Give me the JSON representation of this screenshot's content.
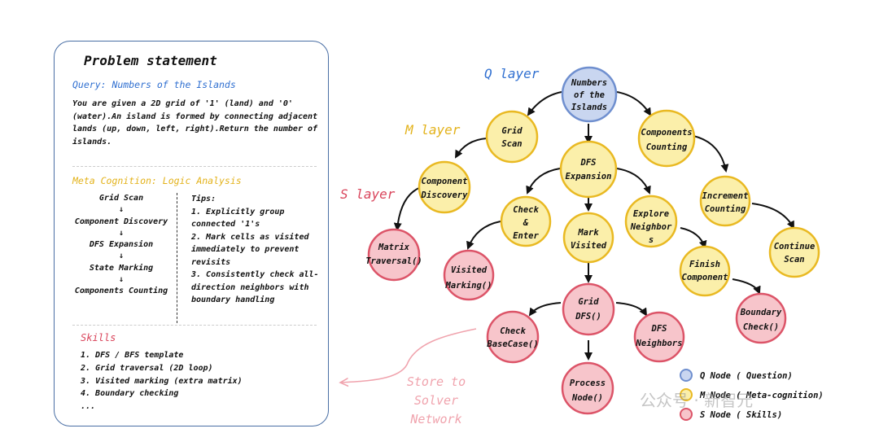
{
  "panel": {
    "title": "Problem statement",
    "query": "Query: Numbers of the Islands",
    "description": "You are given a 2D grid of '1' (land) and '0' (water).An island is formed by connecting adjacent lands (up, down, left, right).Return the number of islands.",
    "meta_heading": "Meta Cognition: Logic Analysis",
    "flow_steps": [
      "Grid Scan",
      "Component Discovery",
      "DFS Expansion",
      "State Marking",
      "Components Counting"
    ],
    "tips": [
      "Tips:",
      "1. Explicitly group connected '1's",
      "2. Mark cells as visited immediately to prevent revisits",
      "3. Consistently check all-direction neighbors with  boundary handling"
    ],
    "skills_heading": "Skills",
    "skills": [
      "1. DFS / BFS template",
      "2. Grid traversal (2D loop)",
      "3. Visited marking (extra matrix)",
      "4. Boundary checking",
      "..."
    ]
  },
  "layers": {
    "q": "Q layer",
    "m": "M layer",
    "s": "S layer"
  },
  "store_label": [
    "Store to",
    "Solver",
    "Network"
  ],
  "nodes": {
    "numbers_islands": [
      "Numbers",
      "of the",
      "Islands"
    ],
    "grid_scan": [
      "Grid",
      "Scan"
    ],
    "components_counting": [
      "Components",
      "Counting"
    ],
    "component_discovery": [
      "Component",
      "Discovery"
    ],
    "dfs_expansion": [
      "DFS",
      "Expansion"
    ],
    "increment_counting": [
      "Increment",
      "Counting"
    ],
    "check_enter": [
      "Check",
      "&",
      "Enter"
    ],
    "mark_visited": [
      "Mark",
      "Visited"
    ],
    "explore_neighbors": [
      "Explore",
      "Neighbor",
      "s"
    ],
    "continue_scan": [
      "Continue",
      "Scan"
    ],
    "finish_component": [
      "Finish",
      "Component"
    ],
    "matrix_traversal": [
      "Matrix",
      "Traversal()"
    ],
    "visited_marking": [
      "Visited",
      "Marking()"
    ],
    "grid_dfs": [
      "Grid",
      "DFS()"
    ],
    "boundary_check": [
      "Boundary",
      "Check()"
    ],
    "check_basecase": [
      "Check",
      "BaseCase()"
    ],
    "dfs_neighbors": [
      "DFS",
      "Neighbors"
    ],
    "process_node": [
      "Process",
      "Node()"
    ]
  },
  "legend": [
    "Q Node ( Question)",
    "M Node ( Meta-cognition)",
    "S Node ( Skills)"
  ],
  "watermark": "公众号 · 新智元",
  "colors": {
    "q_fill": "#c9d6f0",
    "q_stroke": "#6f8fcf",
    "m_fill": "#fbefaa",
    "m_stroke": "#e9b922",
    "s_fill": "#f7c5cb",
    "s_stroke": "#dc5468",
    "query": "#2f6fd0",
    "meta": "#e3b21a",
    "skills": "#d9445b"
  }
}
